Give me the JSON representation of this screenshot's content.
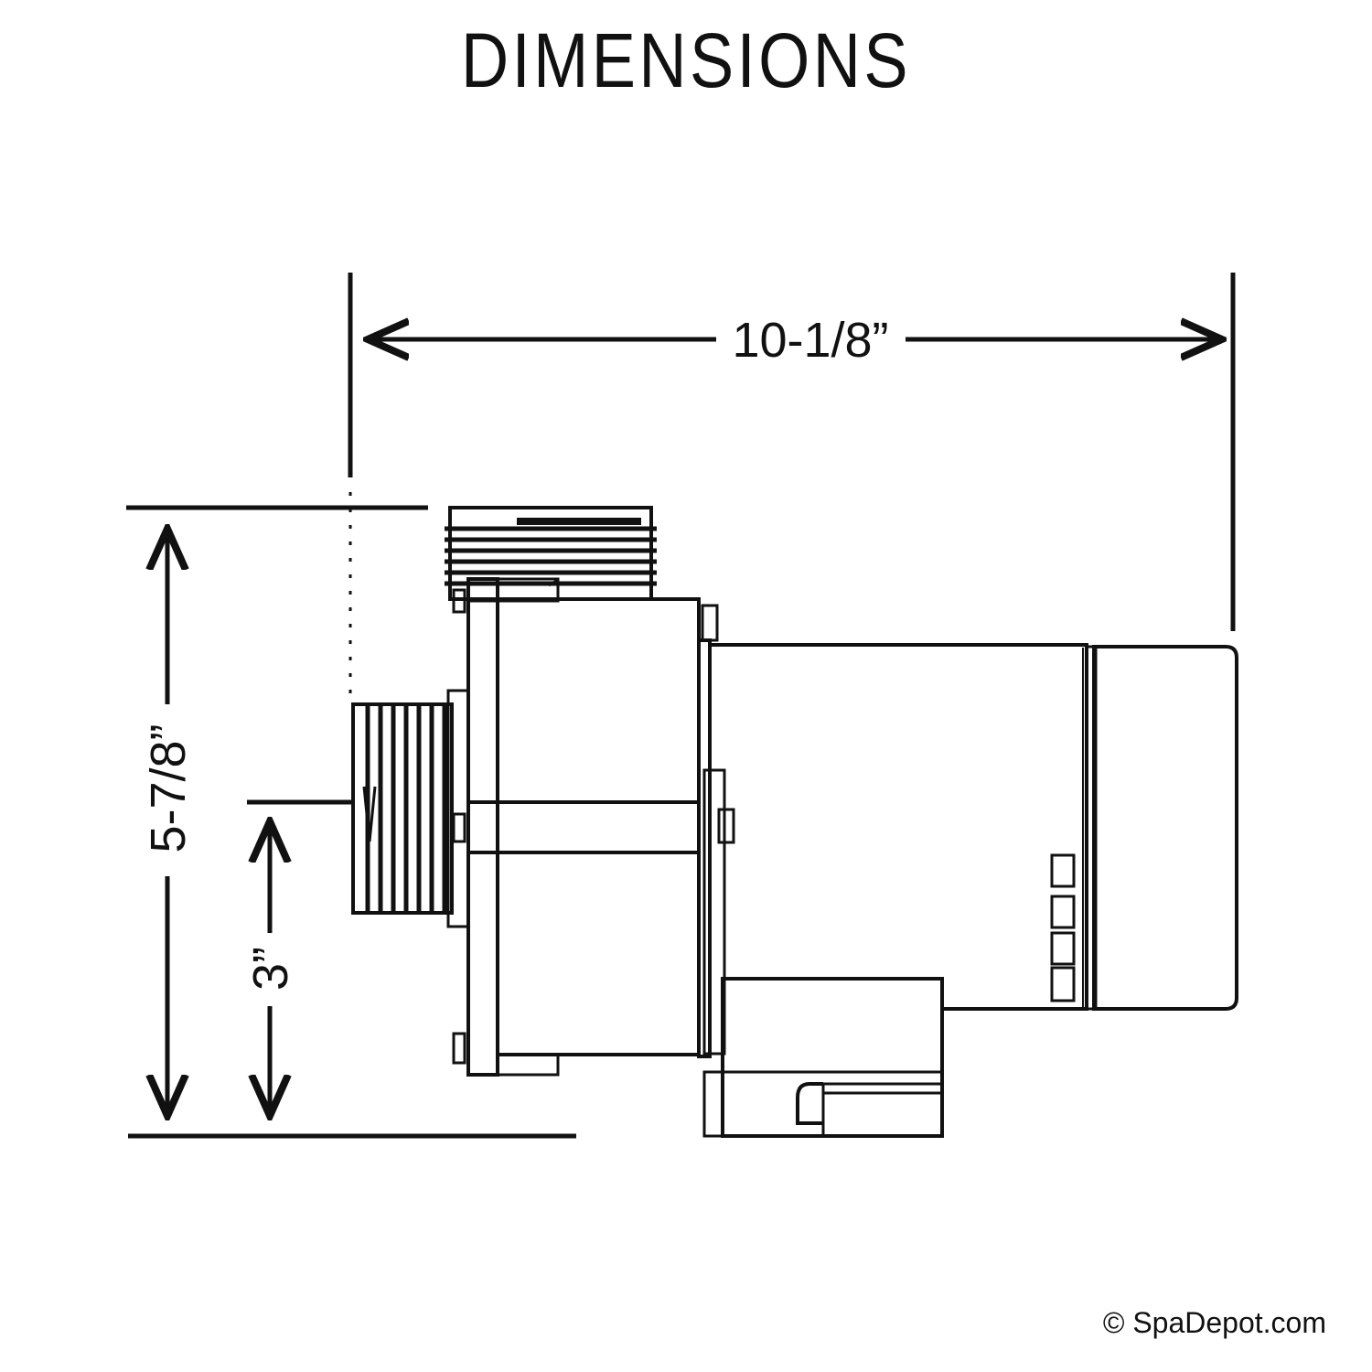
{
  "title": "DIMENSIONS",
  "dimensions": {
    "overall_length": "10-1/8”",
    "overall_height": "5-7/8”",
    "port_center_height": "3”"
  },
  "credit": "© SpaDepot.com",
  "colors": {
    "ink": "#111111",
    "background": "#ffffff"
  }
}
